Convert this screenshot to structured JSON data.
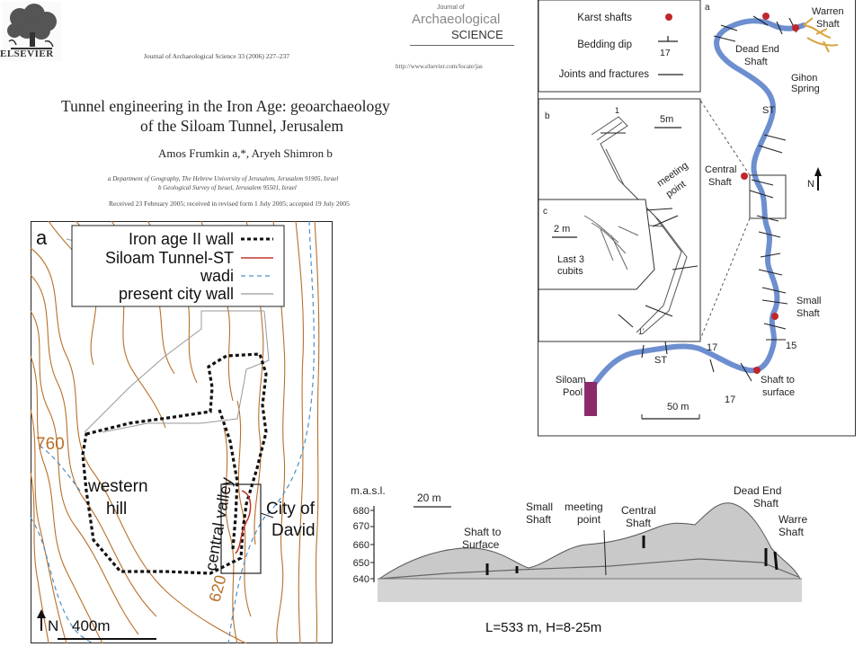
{
  "header": {
    "publisher": "ELSEVIER",
    "citation": "Journal of Archaeological Science 33 (2006) 227–237",
    "journal_logo_top": "Journal of",
    "journal_logo_mid": "Archaeological",
    "journal_logo_bottom": "SCIENCE",
    "url": "http://www.elsevier.com/locate/jas"
  },
  "paper": {
    "title_line1": "Tunnel engineering in the Iron Age: geoarchaeology",
    "title_line2": "of the Siloam Tunnel, Jerusalem",
    "authors": "Amos Frumkin a,*, Aryeh Shimron b",
    "affiliation_a": "a Department of Geography, The Hebrew University of Jerusalem, Jerusalem 91905, Israel",
    "affiliation_b": "b Geological Survey of Israel, Jerusalem 95501, Israel",
    "received": "Received 23 February 2005; received in revised form 1 July 2005; accepted 19 July 2005"
  },
  "map_left": {
    "panel": "a",
    "legend": [
      {
        "label": "Iron age II wall",
        "color": "#111111"
      },
      {
        "label": "Siloam Tunnel-ST",
        "color": "#c0392b"
      },
      {
        "label": "wadi",
        "color": "#4a90c8"
      },
      {
        "label": "present city wall",
        "color": "#888888"
      }
    ],
    "labels": {
      "western_hill_1": "western",
      "western_hill_2": "hill",
      "central_valley": "central valley",
      "city_of_david_1": "City of",
      "city_of_david_2": "David",
      "contour_760": "760",
      "contour_620": "620",
      "north": "N",
      "scale": "400m"
    },
    "colors": {
      "contour": "#b8702a",
      "wadi": "#4a90c8",
      "wall": "#111111",
      "city_wall": "#999999"
    }
  },
  "map_right": {
    "panel_a": "a",
    "panel_b": "b",
    "panel_c": "c",
    "legend": [
      {
        "label": "Karst shafts"
      },
      {
        "label": "Bedding dip",
        "value": "17"
      },
      {
        "label": "Joints and fractures"
      }
    ],
    "labels": {
      "warren_shaft_1": "Warren",
      "warren_shaft_2": "Shaft",
      "dead_end_1": "Dead End",
      "dead_end_2": "Shaft",
      "gihon_1": "Gihon",
      "gihon_2": "Spring",
      "st_1": "ST",
      "st_2": "ST",
      "central_1": "Central",
      "central_2": "Shaft",
      "north": "N",
      "small_1": "Small",
      "small_2": "Shaft",
      "dip_15": "15",
      "dip_17a": "17",
      "dip_17b": "17",
      "surface_1": "Shaft to",
      "surface_2": "surface",
      "siloam_1": "Siloam",
      "siloam_2": "Pool",
      "scale": "50 m",
      "inset_scale": "5m",
      "inset_1": "1",
      "inset_1p": "1'",
      "meeting_1": "meeting",
      "meeting_2": "point",
      "c_scale": "2 m",
      "last_1": "Last 3",
      "last_2": "cubits"
    },
    "colors": {
      "tunnel": "#6d8fd0",
      "shaft": "#c0272d",
      "pool": "#8b2a6b",
      "spring": "#d9a441"
    }
  },
  "profile": {
    "ylabel": "m.a.s.l.",
    "y_ticks": [
      "680",
      "670",
      "660",
      "650",
      "640"
    ],
    "scale": "20 m",
    "labels": {
      "surface_1": "Shaft to",
      "surface_2": "Surface",
      "small_1": "Small",
      "small_2": "Shaft",
      "meeting_1": "meeting",
      "meeting_2": "point",
      "central_1": "Central",
      "central_2": "Shaft",
      "dead_end_1": "Dead End",
      "dead_end_2": "Shaft",
      "warren_1": "Warren",
      "warren_2": "Shaft"
    },
    "caption": "L=533 m, H=8-25m"
  }
}
